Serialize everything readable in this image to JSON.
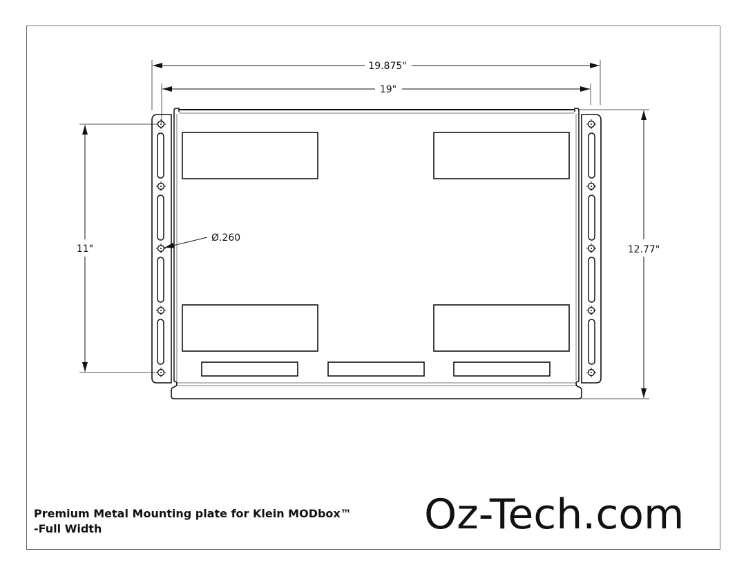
{
  "drawing": {
    "title_line1": "Premium Metal Mounting plate for Klein MODbox™",
    "title_line2": "-Full Width",
    "brand": "Oz-Tech.com",
    "dimensions": {
      "overall_width": "19.875\"",
      "inner_width": "19\"",
      "hole_span_height": "11\"",
      "overall_height": "12.77\"",
      "hole_diameter": "Ø.260"
    },
    "colors": {
      "line": "#111111",
      "dimension_line": "#555555",
      "border": "#6b6b6b",
      "background": "#ffffff"
    }
  }
}
